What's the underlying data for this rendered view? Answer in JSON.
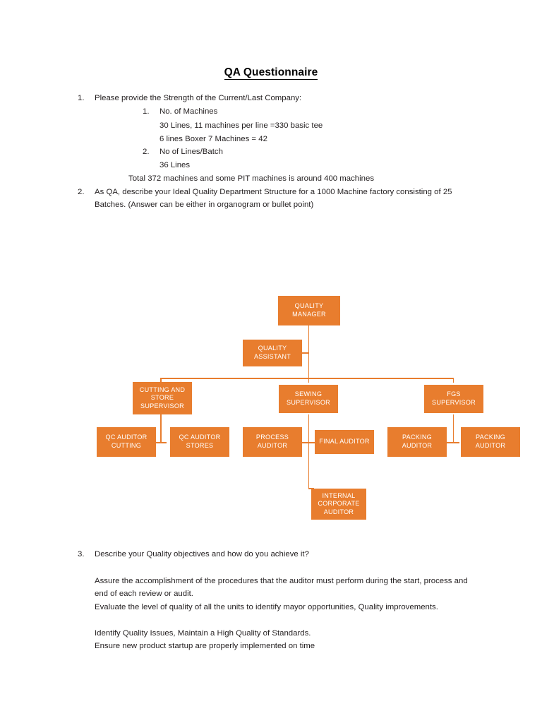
{
  "document": {
    "title": "QA Questionnaire"
  },
  "questions": [
    {
      "number": "1.",
      "text": "Please provide the Strength of the Current/Last Company:",
      "subitems": [
        {
          "number": "1.",
          "text": "No. of Machines",
          "details": [
            "30 Lines, 11 machines per line =330 basic tee",
            "6 lines Boxer 7 Machines = 42"
          ]
        },
        {
          "number": "2.",
          "text": "No of Lines/Batch",
          "details": [
            "36 Lines"
          ]
        }
      ],
      "summary": "Total 372 machines and some PIT machines is around 400 machines"
    },
    {
      "number": "2.",
      "text": "As QA, describe your Ideal Quality Department Structure for a 1000 Machine factory consisting of 25 Batches. (Answer can be either in organogram or bullet point)"
    },
    {
      "number": "3.",
      "text": "Describe your Quality objectives and how do you achieve it?",
      "answer_lines": [
        "Assure the accomplishment of the procedures that the auditor must perform during the start, process and end of each review or audit.",
        "Evaluate the level of quality of all the units to identify mayor opportunities, Quality improvements.",
        "Identify Quality Issues, Maintain a High Quality of Standards.",
        "Ensure new product startup are properly implemented on time"
      ]
    }
  ],
  "org_chart": {
    "box_color": "#E87D2E",
    "connector_color": "#E87D2E",
    "text_color": "#FFFFFF",
    "nodes": {
      "quality_manager": "QUALITY MANAGER",
      "quality_assistant": "QUALITY ASSISTANT",
      "cutting_store_supervisor": "CUTTING AND STORE SUPERVISOR",
      "sewing_supervisor": "SEWING SUPERVISOR",
      "fgs_supervisor": "FGS SUPERVISOR",
      "qc_auditor_cutting": "QC AUDITOR CUTTING",
      "qc_auditor_stores": "QC AUDITOR STORES",
      "process_auditor": "PROCESS AUDITOR",
      "final_auditor": "FINAL AUDITOR",
      "packing_auditor_1": "PACKING AUDITOR",
      "packing_auditor_2": "PACKING AUDITOR",
      "internal_corporate_auditor": "INTERNAL CORPORATE AUDITOR"
    }
  }
}
